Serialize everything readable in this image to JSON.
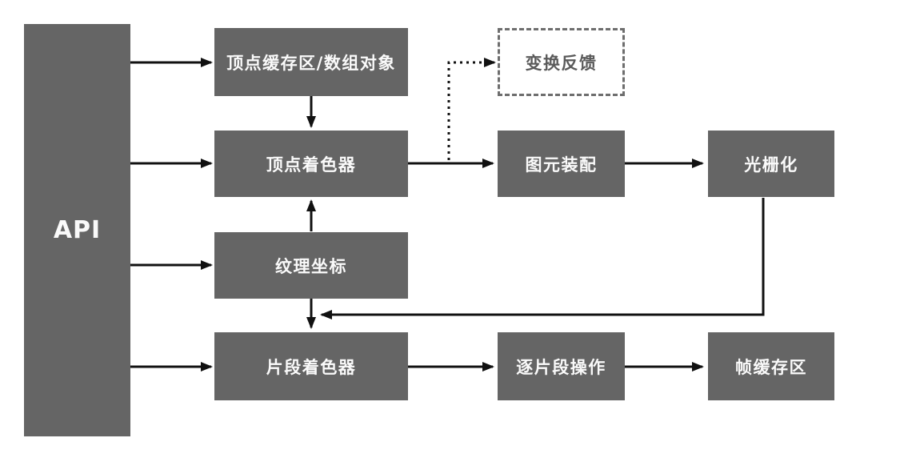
{
  "diagram": {
    "type": "flowchart",
    "language": "zh-CN",
    "subject": "graphics rendering pipeline"
  },
  "nodes": {
    "api": {
      "label": "API",
      "shape": "solid-rect"
    },
    "vertex_buffer": {
      "label": "顶点缓存区/数组对象",
      "shape": "solid-rect"
    },
    "transform_feedback": {
      "label": "变换反馈",
      "shape": "dashed-rect"
    },
    "vertex_shader": {
      "label": "顶点着色器",
      "shape": "solid-rect"
    },
    "primitive_assembly": {
      "label": "图元装配",
      "shape": "solid-rect"
    },
    "rasterization": {
      "label": "光栅化",
      "shape": "solid-rect"
    },
    "texture_coords": {
      "label": "纹理坐标",
      "shape": "solid-rect"
    },
    "fragment_shader": {
      "label": "片段着色器",
      "shape": "solid-rect"
    },
    "per_fragment_ops": {
      "label": "逐片段操作",
      "shape": "solid-rect"
    },
    "framebuffer": {
      "label": "帧缓存区",
      "shape": "solid-rect"
    }
  },
  "edges": [
    {
      "from": "api",
      "to": "vertex_buffer",
      "style": "solid-arrow"
    },
    {
      "from": "api",
      "to": "vertex_shader",
      "style": "solid-arrow"
    },
    {
      "from": "api",
      "to": "texture_coords",
      "style": "solid-arrow"
    },
    {
      "from": "api",
      "to": "fragment_shader",
      "style": "solid-arrow"
    },
    {
      "from": "vertex_buffer",
      "to": "vertex_shader",
      "style": "solid-arrow"
    },
    {
      "from": "texture_coords",
      "to": "vertex_shader",
      "style": "solid-arrow"
    },
    {
      "from": "texture_coords",
      "to": "fragment_shader",
      "style": "solid-arrow"
    },
    {
      "from": "vertex_shader",
      "to": "primitive_assembly",
      "style": "solid-arrow"
    },
    {
      "from": "vertex_shader",
      "to": "transform_feedback",
      "style": "dotted-arrow"
    },
    {
      "from": "primitive_assembly",
      "to": "rasterization",
      "style": "solid-arrow"
    },
    {
      "from": "rasterization",
      "to": "fragment_shader",
      "style": "solid-arrow-elbow"
    },
    {
      "from": "fragment_shader",
      "to": "per_fragment_ops",
      "style": "solid-arrow"
    },
    {
      "from": "per_fragment_ops",
      "to": "framebuffer",
      "style": "solid-arrow"
    }
  ],
  "colors": {
    "node_fill": "#656565",
    "node_text": "#fafafa",
    "line": "#111111",
    "dashed_border": "#6e6e6e",
    "dashed_text": "#5a5a5a",
    "background": "#ffffff"
  }
}
